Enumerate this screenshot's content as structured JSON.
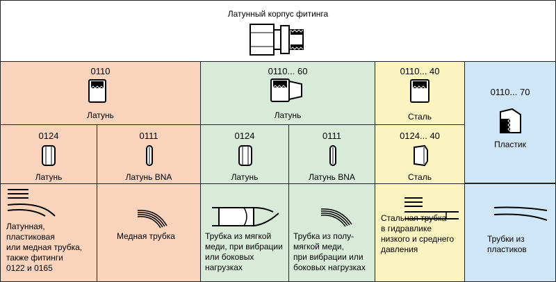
{
  "header": {
    "title": "Латунный корпус фитинга"
  },
  "columns": {
    "brass": {
      "code": "0110",
      "material": "Латунь",
      "sub": [
        {
          "code": "0124",
          "material": "Латунь"
        },
        {
          "code": "0111",
          "material": "Латунь BNA"
        }
      ],
      "tubes": [
        {
          "label": "Латунная,\nпластиковая\nили медная трубка,\nтакже фитинги\n0122 и 0165"
        },
        {
          "label": "Медная трубка"
        }
      ]
    },
    "brass60": {
      "code": "0110... 60",
      "material": "Латунь",
      "sub": [
        {
          "code": "0124",
          "material": "Латунь"
        },
        {
          "code": "0111",
          "material": "Латунь BNA"
        }
      ],
      "tubes": [
        {
          "label": "Трубка из мягкой\nмеди, при вибрации\nили боковых\nнагрузках"
        },
        {
          "label": "Трубка из полу-\nмягкой меди,\nпри вибрации или\nбоковых нагрузках"
        }
      ]
    },
    "steel": {
      "code": "0110... 40",
      "material": "Сталь",
      "sub": {
        "code": "0124... 40",
        "material": "Сталь"
      },
      "tube": {
        "label": "Стальная трубка\nв гидравлике\nнизкого и среднего\nдавления"
      }
    },
    "plastic": {
      "code": "0110... 70",
      "material": "Пластик",
      "tube": {
        "label": "Трубки из\nпластиков"
      }
    }
  },
  "colors": {
    "brass": "#f9d3bc",
    "brass60": "#d8ebdb",
    "steel": "#fbf3c0",
    "plastic": "#cfe6f8"
  }
}
